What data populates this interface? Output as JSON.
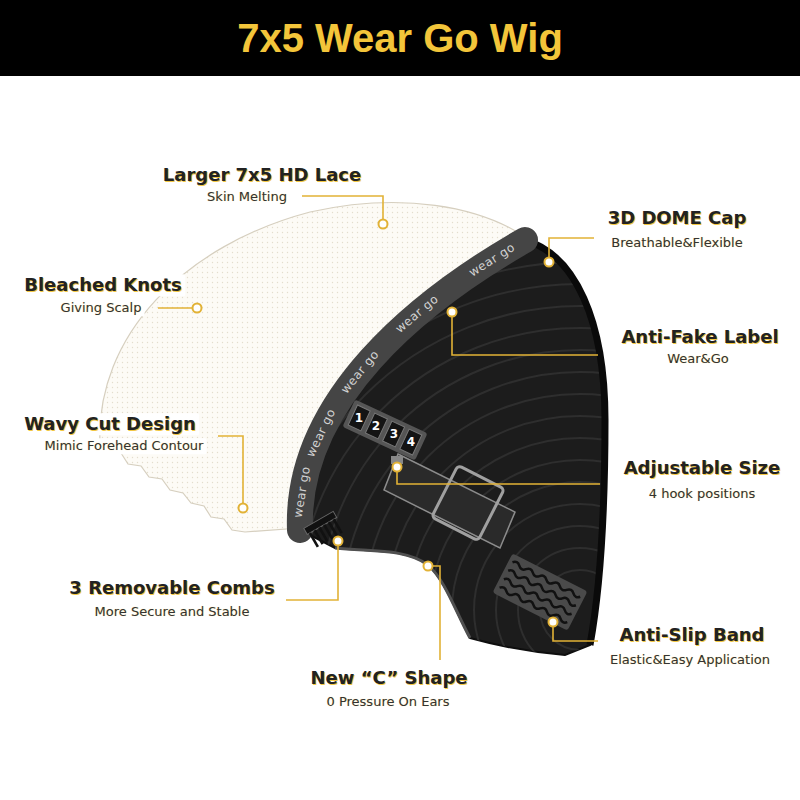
{
  "diagram": {
    "title": "7x5 Wear Go Wig",
    "labels": [
      "Larger 7x5 HD Lace",
      "Skin Melting",
      "3D DOME Cap",
      "Breathable&Flexible",
      "wear go",
      "Bleached Knots",
      "Giving Scalp",
      "wear go",
      "Anti-Fake Label",
      "Wear&Go",
      "wear go",
      "wear go",
      "1",
      "2",
      "3",
      "4",
      "Wavy Cut Design",
      "Mimic Forehead Contour",
      "Adjustable Size",
      "4 hook positions",
      "wear go",
      "3 Removable Combs",
      "More Secure and Stable",
      "Anti-Slip Band",
      "Elastic&Easy Application",
      "New “C” Shape",
      "0 Pressure On Ears"
    ]
  }
}
